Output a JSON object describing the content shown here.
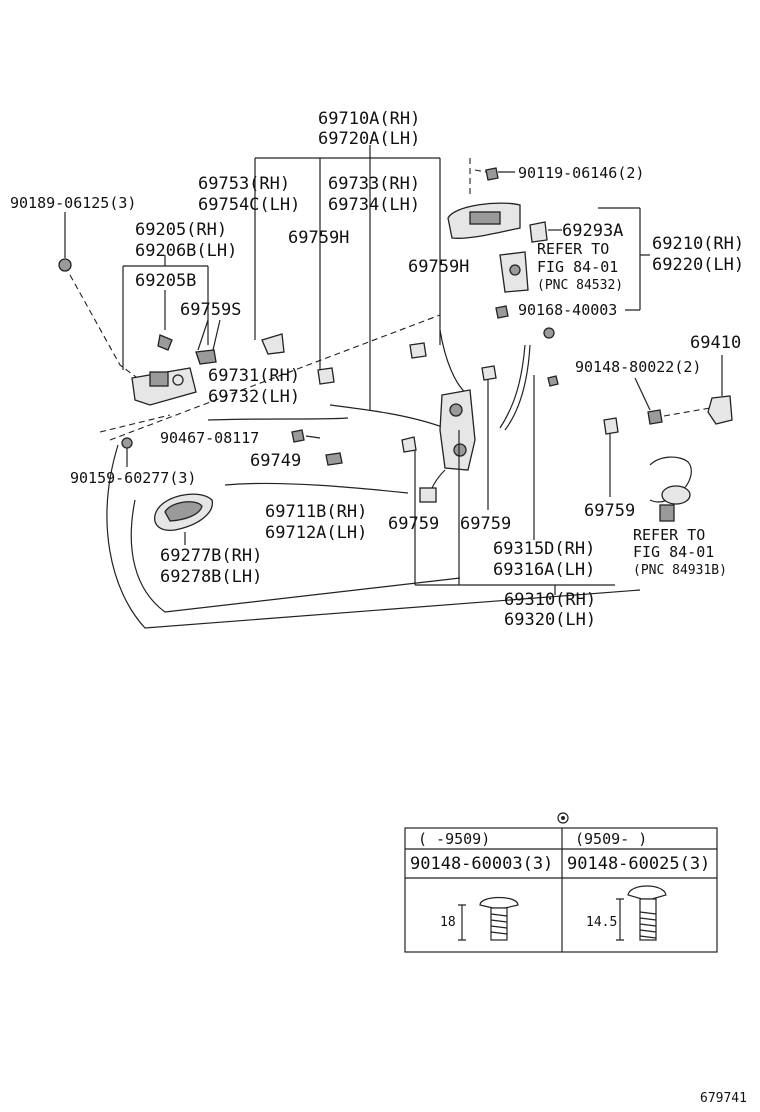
{
  "labels": {
    "p69710a": "69710A(RH)",
    "p69720a": "69720A(LH)",
    "p69753": "69753(RH)",
    "p69754c": "69754C(LH)",
    "p69733": "69733(RH)",
    "p69734": "69734(LH)",
    "p90119": "90119-06146(2)",
    "p90189": "90189-06125(3)",
    "p69205": "69205(RH)",
    "p69206b": "69206B(LH)",
    "p69759h_a": "69759H",
    "p69293a": "69293A",
    "p69210": "69210(RH)",
    "p69220": "69220(LH)",
    "refer1": "REFER TO",
    "fig1": "FIG 84-01",
    "pnc1": "(PNC 84532)",
    "p69759h_b": "69759H",
    "p69205b": "69205B",
    "p69759s": "69759S",
    "p90168": "90168-40003",
    "p69410": "69410",
    "p90148_80022": "90148-80022(2)",
    "p69731": "69731(RH)",
    "p69732": "69732(LH)",
    "p90467": "90467-08117",
    "p90159": "90159-60277(3)",
    "p69749": "69749",
    "p69711b": "69711B(RH)",
    "p69712a": "69712A(LH)",
    "p69759_a": "69759",
    "p69759_b": "69759",
    "p69759_c": "69759",
    "refer2": "REFER TO",
    "fig2": "FIG 84-01",
    "pnc2": "(PNC 84931B)",
    "p69277b": "69277B(RH)",
    "p69278b": "69278B(LH)",
    "p69315d": "69315D(RH)",
    "p69316a": "69316A(LH)",
    "p69310": "69310(RH)",
    "p69320": "69320(LH)"
  },
  "table": {
    "col1_range": "(     -9509)",
    "col2_range": "(9509-     )",
    "col1_part": "90148-60003(3)",
    "col2_part": "90148-60025(3)",
    "col1_dim": "18",
    "col2_dim": "14.5"
  },
  "figure_number": "679741"
}
